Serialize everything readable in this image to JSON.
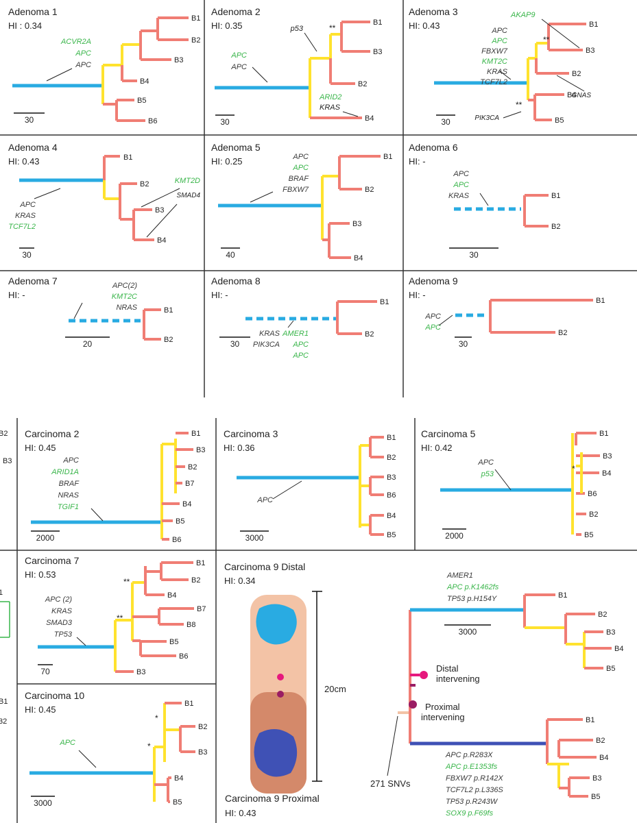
{
  "colors": {
    "trunk": "#29abe2",
    "clonal": "#ffe22e",
    "branch": "#f07d74",
    "driver": "#39b54a",
    "passenger": "#3a3a3a",
    "frame": "#333333",
    "distal": "#e6197d",
    "proximal": "#9a1c63",
    "trunk2": "#3f51b5",
    "colon_light": "#f3c3a6",
    "colon_dark": "#d4896a"
  },
  "adenomas": [
    {
      "title": "Adenoma 1",
      "hi": "HI : 0.34",
      "scale": "30",
      "branches": [
        "B1",
        "B2",
        "B3",
        "B4",
        "B5",
        "B6"
      ],
      "muts": [
        {
          "t": "ACVR2A",
          "g": true
        },
        {
          "t": "APC",
          "g": true
        },
        {
          "t": "APC",
          "g": false
        }
      ],
      "extra": []
    },
    {
      "title": "Adenoma 2",
      "hi": "HI: 0.35",
      "scale": "30",
      "branches": [
        "B1",
        "B3",
        "B2",
        "B4"
      ],
      "muts": [
        {
          "t": "APC",
          "g": true
        },
        {
          "t": "APC",
          "g": false
        }
      ],
      "extra": [
        {
          "t": "p53",
          "g": false
        },
        {
          "t": "ARID2",
          "g": true
        },
        {
          "t": "KRAS",
          "g": false
        },
        {
          "t": "**",
          "g": false
        }
      ]
    },
    {
      "title": "Adenoma 3",
      "hi": "HI: 0.43",
      "scale": "30",
      "branches": [
        "B1",
        "B3",
        "B2",
        "B4",
        "B5"
      ],
      "muts": [
        {
          "t": "APC",
          "g": false
        },
        {
          "t": "APC",
          "g": true
        },
        {
          "t": "FBXW7",
          "g": false
        },
        {
          "t": "KMT2C",
          "g": true
        },
        {
          "t": "KRAS",
          "g": false
        },
        {
          "t": "TCF7L2",
          "g": false
        }
      ],
      "extra": [
        {
          "t": "AKAP9",
          "g": true
        },
        {
          "t": "GNAS",
          "g": false
        },
        {
          "t": "PIK3CA",
          "g": false
        },
        {
          "t": "**",
          "g": false
        },
        {
          "t": "**",
          "g": false
        }
      ]
    },
    {
      "title": "Adenoma 4",
      "hi": "HI: 0.43",
      "scale": "30",
      "branches": [
        "B1",
        "B2",
        "B3",
        "B4"
      ],
      "muts": [
        {
          "t": "APC",
          "g": false
        },
        {
          "t": "KRAS",
          "g": false
        },
        {
          "t": "TCF7L2",
          "g": true
        }
      ],
      "extra": [
        {
          "t": "KMT2D",
          "g": true
        },
        {
          "t": "SMAD4",
          "g": false
        }
      ]
    },
    {
      "title": "Adenoma 5",
      "hi": "HI: 0.25",
      "scale": "40",
      "branches": [
        "B1",
        "B2",
        "B3",
        "B4"
      ],
      "muts": [
        {
          "t": "APC",
          "g": false
        },
        {
          "t": "APC",
          "g": true
        },
        {
          "t": "BRAF",
          "g": false
        },
        {
          "t": "FBXW7",
          "g": false
        }
      ],
      "extra": []
    },
    {
      "title": "Adenoma 6",
      "hi": "HI: -",
      "scale": "30",
      "branches": [
        "B1",
        "B2"
      ],
      "muts": [
        {
          "t": "APC",
          "g": false
        },
        {
          "t": "APC",
          "g": true
        },
        {
          "t": "KRAS",
          "g": false
        }
      ],
      "extra": []
    },
    {
      "title": "Adenoma 7",
      "hi": "HI: -",
      "scale": "20",
      "branches": [
        "B1",
        "B2"
      ],
      "muts": [
        {
          "t": "APC(2)",
          "g": false
        },
        {
          "t": "KMT2C",
          "g": true
        },
        {
          "t": "NRAS",
          "g": false
        }
      ],
      "extra": []
    },
    {
      "title": "Adenoma 8",
      "hi": "HI: -",
      "scale": "30",
      "branches": [
        "B1",
        "B2"
      ],
      "muts": [
        {
          "t": "KRAS",
          "g": false
        },
        {
          "t": "PIK3CA",
          "g": false
        }
      ],
      "extra": [
        {
          "t": "AMER1",
          "g": true
        },
        {
          "t": "APC",
          "g": true
        },
        {
          "t": "APC",
          "g": true
        }
      ]
    },
    {
      "title": "Adenoma 9",
      "hi": "HI: -",
      "scale": "30",
      "branches": [
        "B1",
        "B2"
      ],
      "muts": [
        {
          "t": "APC",
          "g": false
        },
        {
          "t": "APC",
          "g": true
        }
      ],
      "extra": []
    }
  ],
  "carcinomas": [
    {
      "title": "Carcinoma 2",
      "hi": "HI: 0.45",
      "scale": "2000",
      "branches": [
        "B1",
        "B3",
        "B2",
        "B7",
        "B4",
        "B5",
        "B6"
      ],
      "muts": [
        {
          "t": "APC",
          "g": false
        },
        {
          "t": "ARID1A",
          "g": true
        },
        {
          "t": "BRAF",
          "g": false
        },
        {
          "t": "NRAS",
          "g": false
        },
        {
          "t": "TGIF1",
          "g": true
        }
      ]
    },
    {
      "title": "Carcinoma 3",
      "hi": "HI: 0.36",
      "scale": "3000",
      "branches": [
        "B1",
        "B2",
        "B3",
        "B6",
        "B4",
        "B5"
      ],
      "muts": [
        {
          "t": "APC",
          "g": false
        }
      ]
    },
    {
      "title": "Carcinoma 5",
      "hi": "HI: 0.42",
      "scale": "2000",
      "branches": [
        "B1",
        "B3",
        "B4",
        "B6",
        "B2",
        "B5"
      ],
      "muts": [
        {
          "t": "APC",
          "g": false
        },
        {
          "t": "p53",
          "g": true
        }
      ],
      "extra": [
        {
          "t": "*",
          "g": false
        }
      ]
    },
    {
      "title": "Carcinoma 7",
      "hi": "HI: 0.53",
      "scale": "70",
      "branches": [
        "B1",
        "B2",
        "B4",
        "B7",
        "B8",
        "B5",
        "B6",
        "B3"
      ],
      "muts": [
        {
          "t": "APC (2)",
          "g": false
        },
        {
          "t": "KRAS",
          "g": false
        },
        {
          "t": "SMAD3",
          "g": false
        },
        {
          "t": "TP53",
          "g": false
        }
      ],
      "extra": [
        {
          "t": "**",
          "g": false
        },
        {
          "t": "**",
          "g": false
        }
      ]
    },
    {
      "title": "Carcinoma 10",
      "hi": "HI: 0.45",
      "scale": "3000",
      "branches": [
        "B1",
        "B2",
        "B3",
        "B4",
        "B5"
      ],
      "muts": [
        {
          "t": "APC",
          "g": true
        }
      ],
      "extra": [
        {
          "t": "*",
          "g": false
        },
        {
          "t": "*",
          "g": false
        }
      ]
    }
  ],
  "carcinoma9": {
    "title_distal": "Carcinoma 9 Distal",
    "hi_distal": "HI: 0.34",
    "title_proximal": "Carcinoma 9 Proximal",
    "hi_proximal": "HI: 0.43",
    "length_label": "20cm",
    "scale": "3000",
    "snvs": "271 SNVs",
    "distal_label": [
      "Distal",
      "intervening"
    ],
    "proximal_label": [
      "Proximal",
      "intervening"
    ],
    "distal_branches": [
      "B1",
      "B2",
      "B3",
      "B4",
      "B5"
    ],
    "proximal_branches": [
      "B1",
      "B2",
      "B4",
      "B3",
      "B5"
    ],
    "distal_muts": [
      {
        "t": "AMER1",
        "g": false
      },
      {
        "t": "APC p.K1462fs",
        "g": true
      },
      {
        "t": "TP53 p.H154Y",
        "g": false
      }
    ],
    "proximal_muts": [
      {
        "t": "APC p.R283X",
        "g": false
      },
      {
        "t": "APC p.E1353fs",
        "g": true
      },
      {
        "t": "FBXW7 p.R142X",
        "g": false
      },
      {
        "t": "TCF7L2 p.L336S",
        "g": false
      },
      {
        "t": "TP53 p.R243W",
        "g": false
      },
      {
        "t": "SOX9 p.F69fs",
        "g": true
      }
    ]
  },
  "edge": {
    "left": [
      "B2",
      "B3",
      "1",
      "B1",
      "32"
    ]
  }
}
